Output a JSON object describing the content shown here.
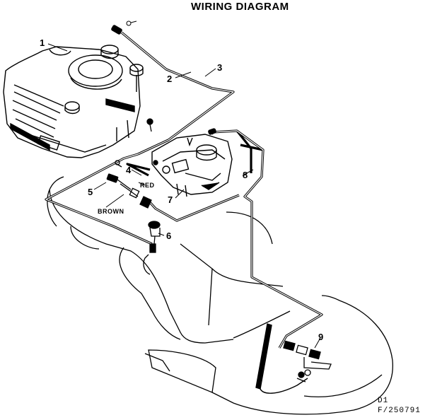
{
  "title": "WIRING DIAGRAM",
  "callouts": {
    "c1": "1",
    "c2": "2",
    "c3": "3",
    "c4": "4",
    "c5": "5",
    "c6": "6",
    "c7": "7",
    "c8": "8",
    "c9": "9"
  },
  "wire_labels": {
    "red": "RED",
    "brown": "BROWN"
  },
  "figure_code": {
    "line1": "D1",
    "line2": "F/250791"
  },
  "colors": {
    "ink": "#000000",
    "paper": "#ffffff"
  }
}
